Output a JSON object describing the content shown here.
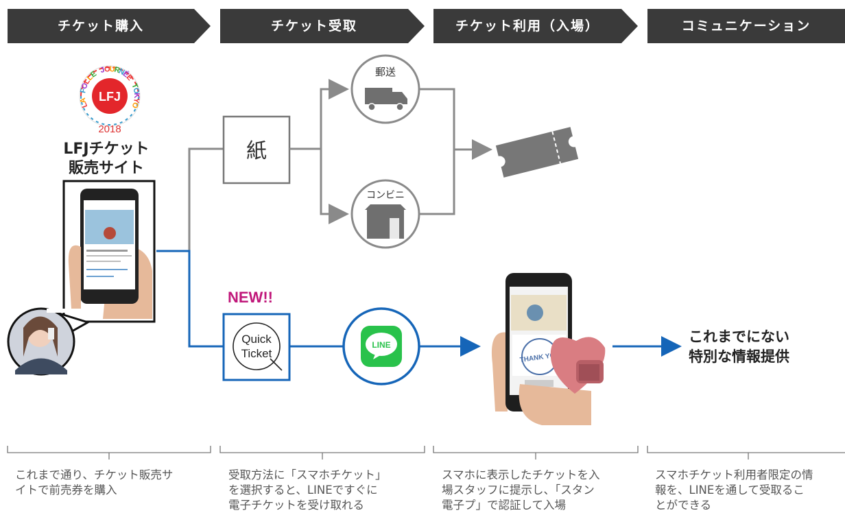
{
  "steps": [
    {
      "label": "チケット購入"
    },
    {
      "label": "チケット受取"
    },
    {
      "label": "チケット利用（入場）"
    },
    {
      "label": "コミュニケーション"
    }
  ],
  "logo": {
    "ring_text": "LA FOLLE JOURNÉE TOKYO",
    "center": "LFJ",
    "year": "2018"
  },
  "site_label": [
    "LFJチケット",
    "販売サイト"
  ],
  "paper": {
    "label": "紙",
    "mail": "郵送",
    "convenience": "コンビニ"
  },
  "new_badge": "NEW!!",
  "quick_ticket": [
    "Quick",
    "Ticket"
  ],
  "line_logo": "LINE",
  "stamp_text": "THANK YOU",
  "special_info": [
    "これまでにない",
    "特別な情報提供"
  ],
  "descriptions": [
    [
      "これまで通り、チケット販売サ",
      "イトで前売券を購入"
    ],
    [
      "受取方法に「スマホチケット」",
      "を選択すると、LINEですぐに",
      "電子チケットを受け取れる"
    ],
    [
      "スマホに表示したチケットを入",
      "場スタッフに提示し、「スタン",
      "電子プ」で認証して入場"
    ],
    [
      "スマホチケット利用者限定の情",
      "報を、LINEを通して受取るこ",
      "とができる"
    ]
  ],
  "colors": {
    "step_bg": "#3a3a3a",
    "blue": "#1565b8",
    "gray": "#8a8a8a",
    "new": "#c0177a",
    "line_green": "#29c24b"
  }
}
